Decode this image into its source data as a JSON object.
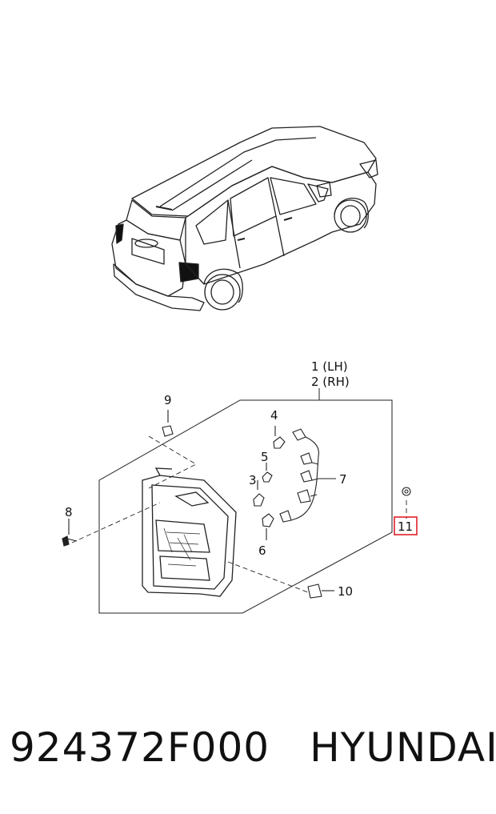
{
  "diagram": {
    "callouts": {
      "c1": "1 (LH)",
      "c2": "2 (RH)",
      "c3": "3",
      "c4": "4",
      "c5": "5",
      "c6": "6",
      "c7": "7",
      "c8": "8",
      "c9": "9",
      "c10": "10",
      "c11": "11"
    },
    "highlighted_callout": "11",
    "highlight_color": "#e0202a"
  },
  "footer": {
    "part_number": "924372F000",
    "brand": "HYUNDAI"
  }
}
